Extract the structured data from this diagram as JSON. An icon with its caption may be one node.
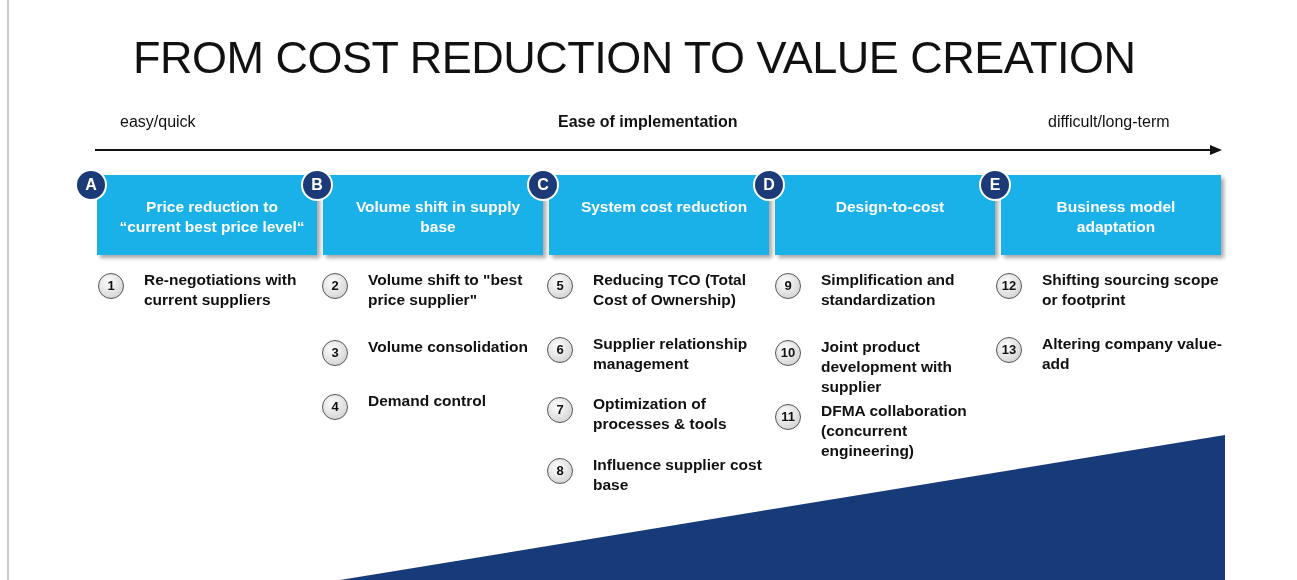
{
  "diagram": {
    "title": "FROM COST REDUCTION TO VALUE CREATION",
    "nodes": [
      {
        "text": [
          "A",
          "Price reduction to “current best price level“"
        ]
      },
      {
        "text": [
          "B",
          "Volume shift in supply base"
        ]
      },
      {
        "text": [
          "C",
          "System cost reduction"
        ]
      },
      {
        "text": [
          "D",
          "Design-to-cost"
        ]
      },
      {
        "text": [
          "E",
          "Business model adaptation"
        ]
      },
      {
        "text": [
          "1"
        ],
        "beside": [
          "Re-negotiations with current suppliers"
        ]
      },
      {
        "text": [
          "2"
        ],
        "beside": [
          "Volume shift to \"best price supplier\""
        ]
      },
      {
        "text": [
          "3"
        ],
        "beside": [
          "Volume consolidation"
        ]
      },
      {
        "text": [
          "4"
        ],
        "beside": [
          "Demand control"
        ]
      },
      {
        "text": [
          "5"
        ],
        "beside": [
          "Reducing TCO (Total Cost of Ownership)"
        ]
      },
      {
        "text": [
          "6"
        ],
        "beside": [
          "Supplier relationship management"
        ]
      },
      {
        "text": [
          "7"
        ],
        "beside": [
          "Optimization of processes & tools"
        ]
      },
      {
        "text": [
          "8"
        ],
        "beside": [
          "Influence supplier cost base"
        ]
      },
      {
        "text": [
          "9"
        ],
        "beside": [
          "Simplification and standardization"
        ]
      },
      {
        "text": [
          "10"
        ],
        "beside": [
          "Joint product development with supplier"
        ]
      },
      {
        "text": [
          "11"
        ],
        "beside": [
          "DFMA collaboration (concurrent engineering)"
        ]
      },
      {
        "text": [
          "12"
        ],
        "beside": [
          "Shifting sourcing scope or footprint"
        ]
      },
      {
        "text": [
          "13"
        ],
        "beside": [
          "Altering company value-add"
        ]
      }
    ],
    "edges": [],
    "labels": [
      "easy/quick",
      "Ease of implementation",
      "difficult/long-term"
    ]
  }
}
